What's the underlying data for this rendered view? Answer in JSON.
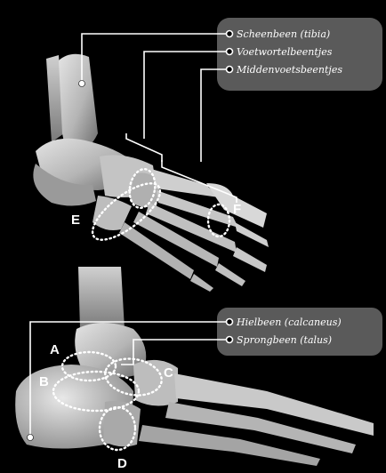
{
  "top_labels": [
    {
      "text": "Scheenbeen (tibia)"
    },
    {
      "text": "Voetwortelbeentjes"
    },
    {
      "text": "Middenvoetsbeentjes"
    }
  ],
  "bottom_labels": [
    {
      "text": "Hielbeen (calcaneus)"
    },
    {
      "text": "Sprongbeen (talus)"
    }
  ],
  "markers": {
    "a": "A",
    "b": "B",
    "c": "C",
    "d": "D",
    "e": "E",
    "f": "F"
  },
  "colors": {
    "background": "#000000",
    "label_box": "#5a5a5a",
    "line": "#ffffff",
    "bone_light": "#d9d9d9",
    "bone_mid": "#a8a8a8",
    "bone_dark": "#6e6e6e",
    "dotted": "#ffffff"
  }
}
